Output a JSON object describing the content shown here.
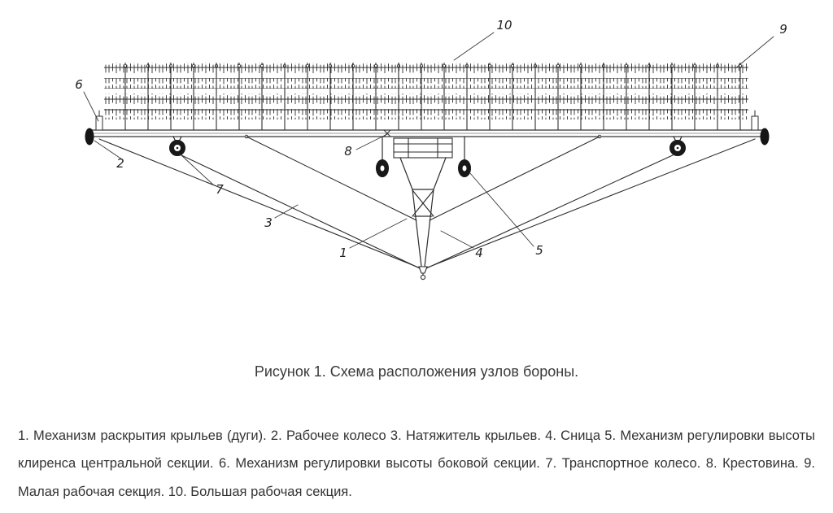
{
  "figure": {
    "caption": "Рисунок 1. Схема расположения узлов бороны.",
    "legend": "1. Механизм раскрытия крыльев (дуги). 2. Рабочее колесо 3. Натяжитель крыльев. 4. Сница 5. Механизм регулировки высоты клиренса центральной секции. 6. Механизм регулировки высоты боковой секции. 7. Транспортное колесо. 8. Крестовина. 9. Малая рабочая секция. 10. Большая рабочая секция."
  },
  "callouts": {
    "n1": "1",
    "n2": "2",
    "n3": "3",
    "n4": "4",
    "n5": "5",
    "n6": "6",
    "n7": "7",
    "n8": "8",
    "n9": "9",
    "n10": "10"
  },
  "colors": {
    "ink": "#2d2d2d",
    "text": "#333333"
  }
}
